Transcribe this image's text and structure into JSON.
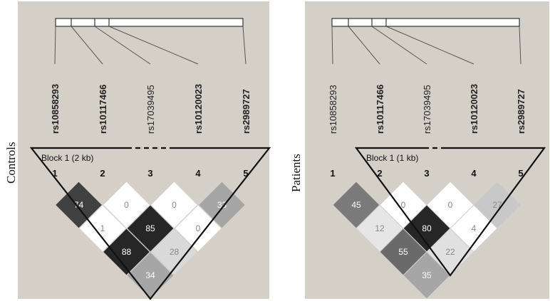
{
  "panels": [
    {
      "label": "Controls",
      "block_label": "Block 1 (2 kb)",
      "snps": [
        {
          "name": "rs10858293",
          "bold": true
        },
        {
          "name": "rs10117466",
          "bold": true
        },
        {
          "name": "rs17039495",
          "bold": false
        },
        {
          "name": "rs10120023",
          "bold": true
        },
        {
          "name": "rs2989727",
          "bold": true
        }
      ],
      "indices": [
        "1",
        "2",
        "3",
        "4",
        "5"
      ],
      "cells": [
        {
          "i": 1,
          "j": 2,
          "value": 74,
          "fill": "#404040",
          "text": "#ffffff"
        },
        {
          "i": 2,
          "j": 3,
          "value": 0,
          "fill": "#ffffff",
          "text": "#8a8a8a"
        },
        {
          "i": 3,
          "j": 4,
          "value": 0,
          "fill": "#ffffff",
          "text": "#8a8a8a"
        },
        {
          "i": 4,
          "j": 5,
          "value": 33,
          "fill": "#a6a6a6",
          "text": "#ffffff"
        },
        {
          "i": 1,
          "j": 3,
          "value": 1,
          "fill": "#ffffff",
          "text": "#8a8a8a"
        },
        {
          "i": 2,
          "j": 4,
          "value": 85,
          "fill": "#262626",
          "text": "#ffffff"
        },
        {
          "i": 3,
          "j": 5,
          "value": 0,
          "fill": "#ffffff",
          "text": "#8a8a8a"
        },
        {
          "i": 1,
          "j": 4,
          "value": 88,
          "fill": "#262626",
          "text": "#ffffff"
        },
        {
          "i": 2,
          "j": 5,
          "value": 28,
          "fill": "#d9d9d9",
          "text": "#8a8a8a"
        },
        {
          "i": 1,
          "j": 5,
          "value": 34,
          "fill": "#a6a6a6",
          "text": "#ffffff"
        }
      ],
      "block_start_index": 1
    },
    {
      "label": "Patients",
      "block_label": "Block 1 (1 kb)",
      "snps": [
        {
          "name": "rs10858293",
          "bold": false
        },
        {
          "name": "rs10117466",
          "bold": true
        },
        {
          "name": "rs17039495",
          "bold": false
        },
        {
          "name": "rs10120023",
          "bold": true
        },
        {
          "name": "rs2989727",
          "bold": true
        }
      ],
      "indices": [
        "1",
        "2",
        "3",
        "4",
        "5"
      ],
      "cells": [
        {
          "i": 1,
          "j": 2,
          "value": 45,
          "fill": "#7a7a7a",
          "text": "#ffffff"
        },
        {
          "i": 2,
          "j": 3,
          "value": 0,
          "fill": "#ffffff",
          "text": "#8a8a8a"
        },
        {
          "i": 3,
          "j": 4,
          "value": 0,
          "fill": "#ffffff",
          "text": "#8a8a8a"
        },
        {
          "i": 4,
          "j": 5,
          "value": 27,
          "fill": "#c8c8c8",
          "text": "#8a8a8a"
        },
        {
          "i": 1,
          "j": 3,
          "value": 12,
          "fill": "#e6e6e6",
          "text": "#8a8a8a"
        },
        {
          "i": 2,
          "j": 4,
          "value": 80,
          "fill": "#262626",
          "text": "#ffffff"
        },
        {
          "i": 3,
          "j": 5,
          "value": 4,
          "fill": "#ffffff",
          "text": "#8a8a8a"
        },
        {
          "i": 1,
          "j": 4,
          "value": 55,
          "fill": "#6a6a6a",
          "text": "#ffffff"
        },
        {
          "i": 2,
          "j": 5,
          "value": 22,
          "fill": "#e0e0e0",
          "text": "#8a8a8a"
        },
        {
          "i": 1,
          "j": 5,
          "value": 35,
          "fill": "#a6a6a6",
          "text": "#ffffff"
        }
      ],
      "block_start_index": 2
    }
  ],
  "colors": {
    "panel_background": "#d4d0c8",
    "outline": "#111111"
  }
}
